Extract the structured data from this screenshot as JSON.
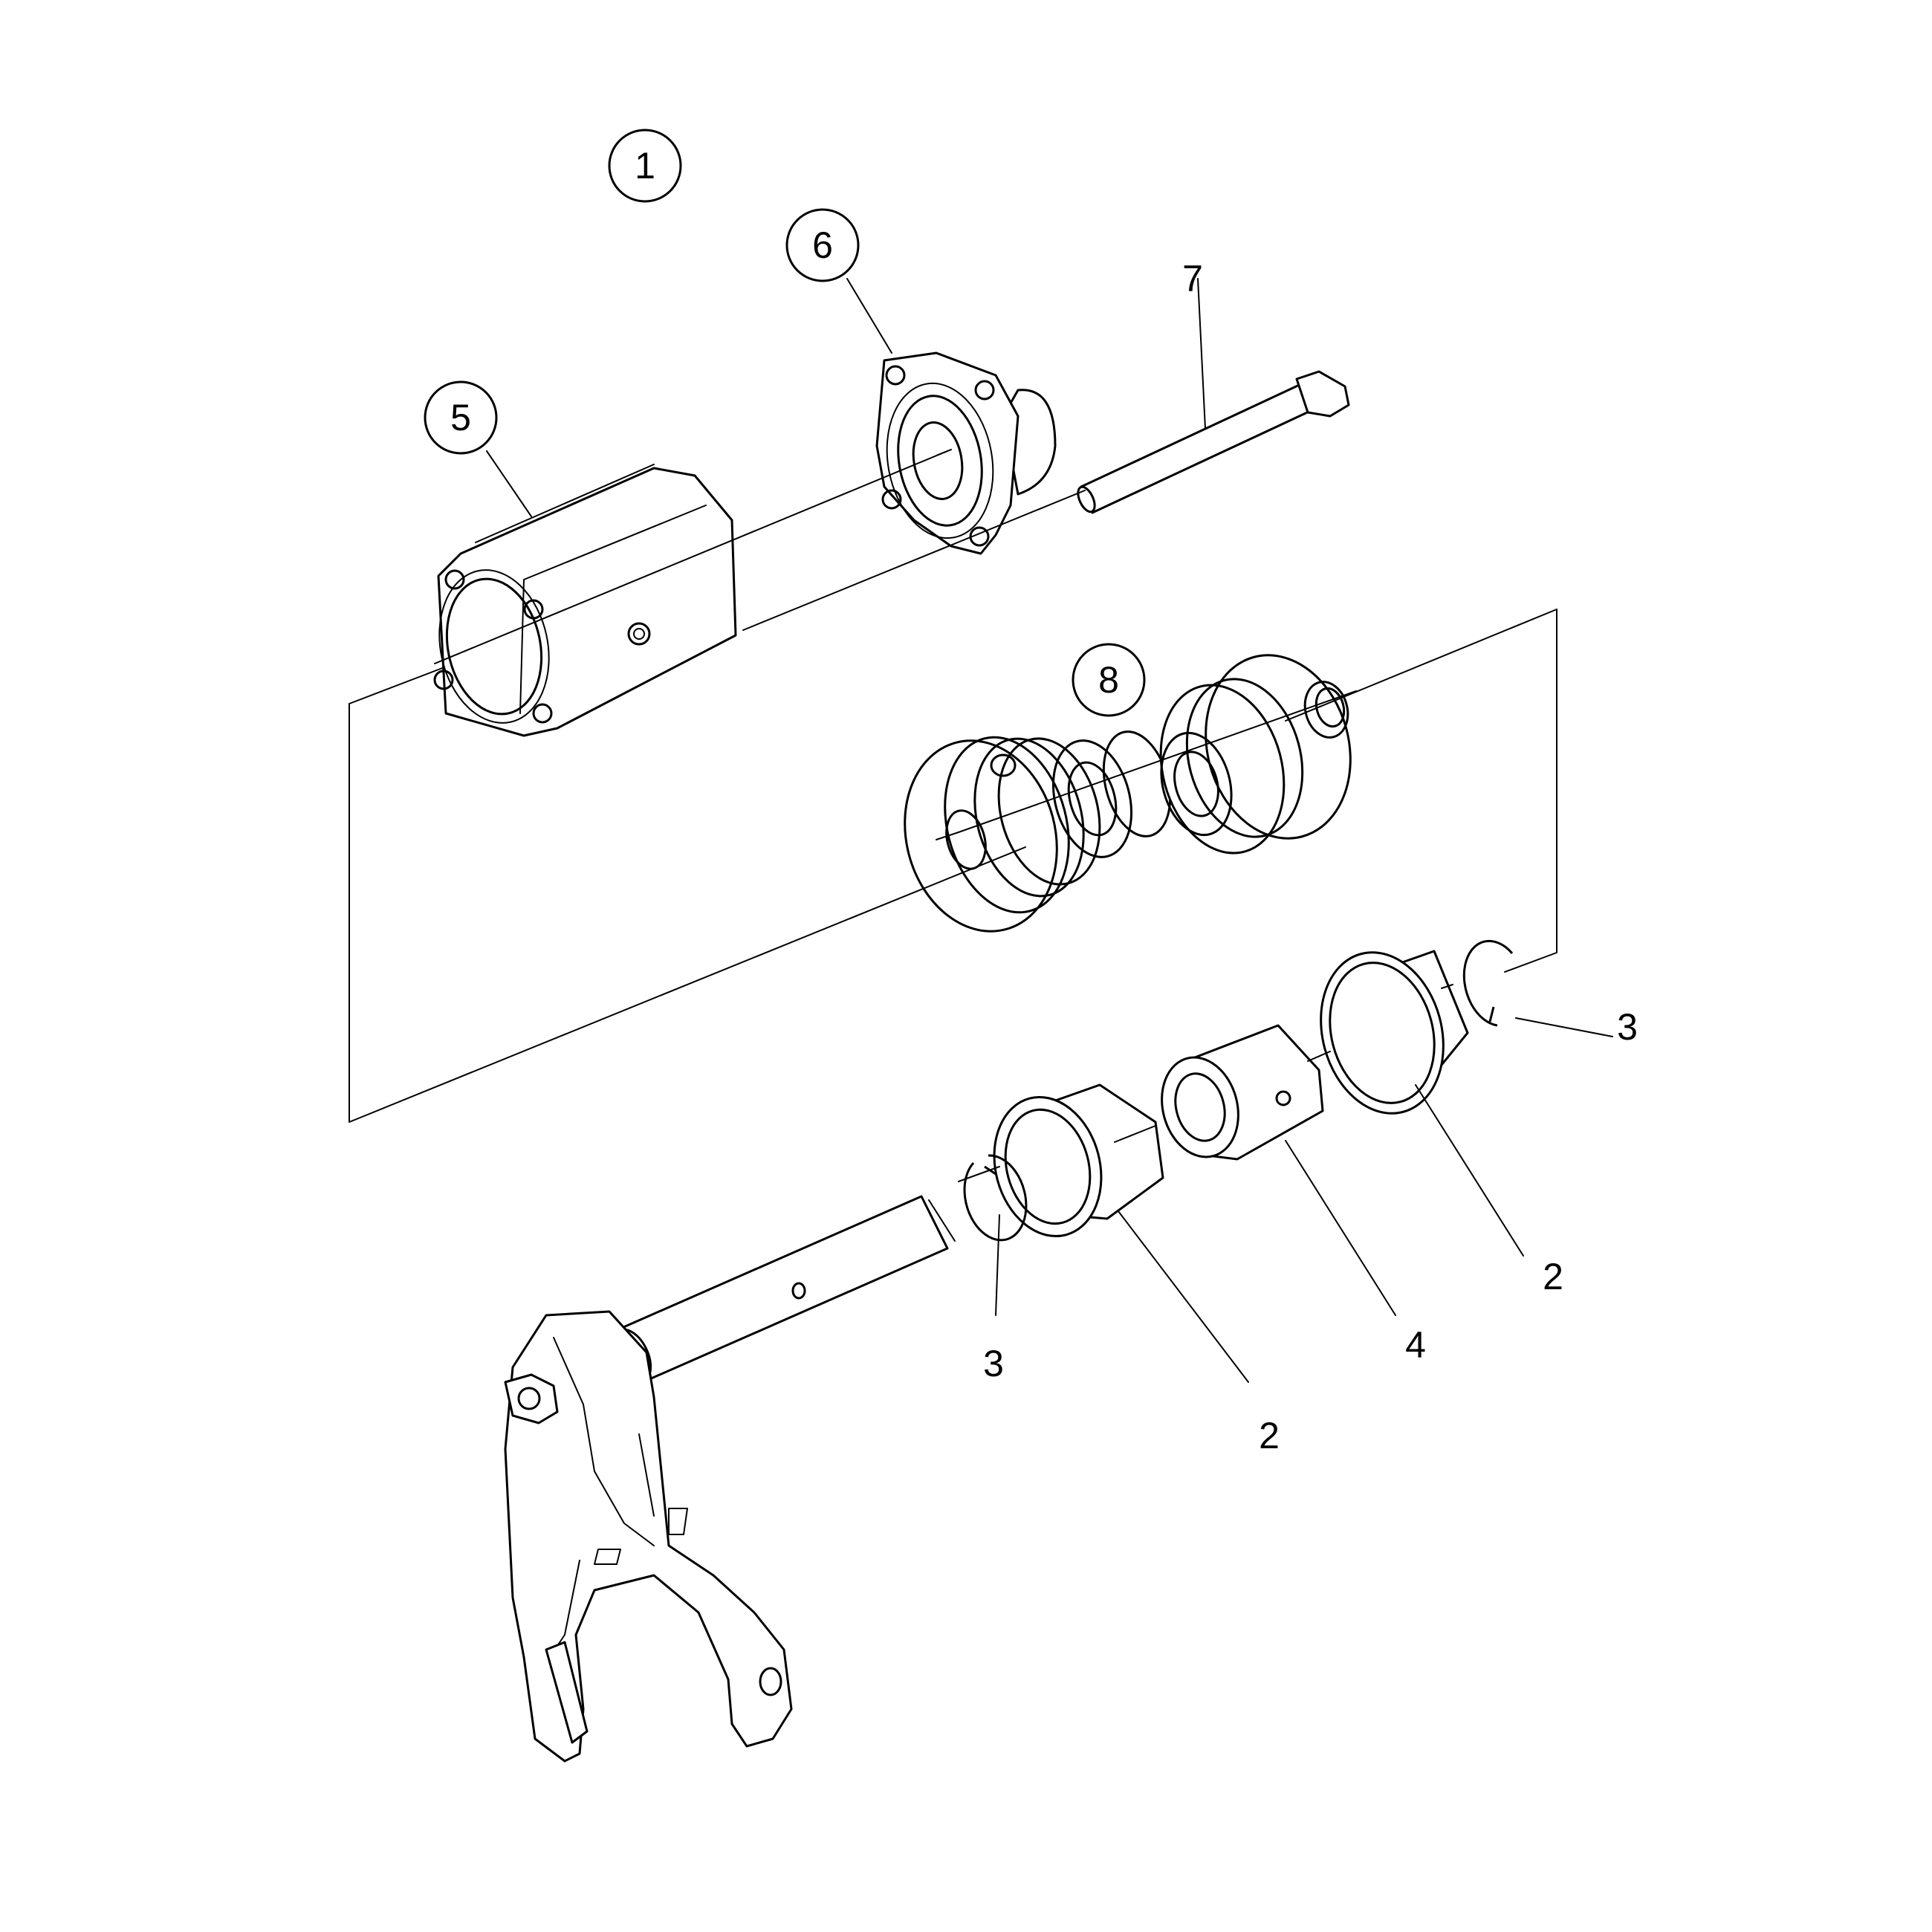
{
  "callouts": [
    {
      "id": "c1",
      "label": "1",
      "circled": true
    },
    {
      "id": "c5",
      "label": "5",
      "circled": true
    },
    {
      "id": "c6",
      "label": "6",
      "circled": true
    },
    {
      "id": "c7",
      "label": "7",
      "circled": false
    },
    {
      "id": "c8",
      "label": "8",
      "circled": true
    },
    {
      "id": "c3a",
      "label": "3",
      "circled": false
    },
    {
      "id": "c2a",
      "label": "2",
      "circled": false
    },
    {
      "id": "c4",
      "label": "4",
      "circled": false
    },
    {
      "id": "c2b",
      "label": "2",
      "circled": false
    },
    {
      "id": "c3b",
      "label": "3",
      "circled": false
    }
  ]
}
